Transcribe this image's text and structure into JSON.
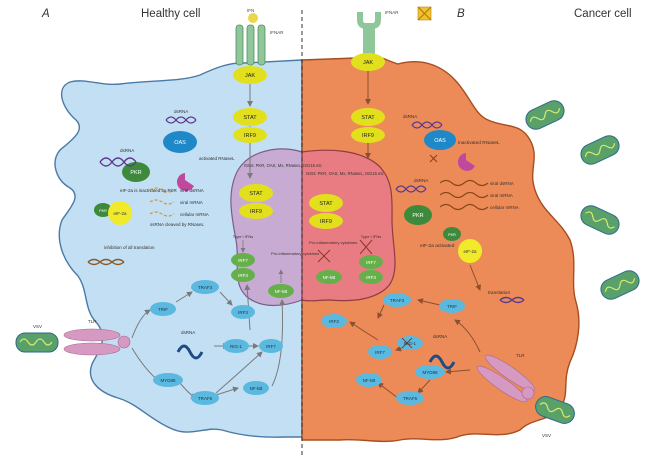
{
  "headers": {
    "panel_a_letter": "A",
    "panel_a_title": "Healthy cell",
    "panel_b_letter": "B",
    "panel_b_title": "Cancer cell"
  },
  "receptor": {
    "ifn_label": "IFN",
    "ifnar_label": "IFNAR",
    "ifnar_b_label": "IFNAR"
  },
  "pathway": {
    "jak": "JAK",
    "stat": "STAT",
    "irf9": "IRF9",
    "oas": "OAS",
    "pkr": "PKR",
    "eif2a": "eIF-2a",
    "dsrna": "dsRNA",
    "activated_rnasel": "activated RNaseL",
    "inactivated_rnasel": "inactivated RNaseL",
    "viral_dsrna": "viral dsRNA",
    "viral_mrna": "viral mRNA",
    "cellular_mrna": "cellular mRNA",
    "eif_inactivated": "eIF-2a is inactivated by PKR",
    "ssrna_cleaved": "ssRNA cleaved by RNaseL",
    "inhibition": "inhibition of all translation",
    "eif_activated": "eIF-2a activated",
    "translation": "translation"
  },
  "nucleus": {
    "isgs_a": "ISGs: PKR, OAS, Mx, RNaseL, ISG15 etc",
    "isgs_b": "ISGs: PKR, OAS, Mx, RNaseL, ISG15 etc",
    "type1_ifns": "Type I IFNs",
    "proinflam": "Pro-inflammatory cytokines",
    "irf7": "IRF7",
    "irf3": "IRF3",
    "nfkb": "NF-kB"
  },
  "tlr": {
    "vsv": "VSV",
    "tlr": "TLR",
    "trif": "TRIF",
    "traf3": "TRAF3",
    "irf3": "IRF3",
    "rigi": "RIG-1",
    "irf7": "IRF7",
    "myd88": "MYD88",
    "traf6": "TRAF6",
    "nfkb": "NF-kB"
  },
  "colors": {
    "healthy_cell": "#c3dff3",
    "cancer_cell": "#ec8b57",
    "nucleus_a": "#c8abd3",
    "nucleus_b": "#e97c82",
    "yellow_protein": "#e2e01c",
    "green_protein": "#3d8a3d",
    "blue_protein": "#3fa6d4",
    "receptor_green": "#8fc79b",
    "virus_green": "#5aa06a"
  }
}
